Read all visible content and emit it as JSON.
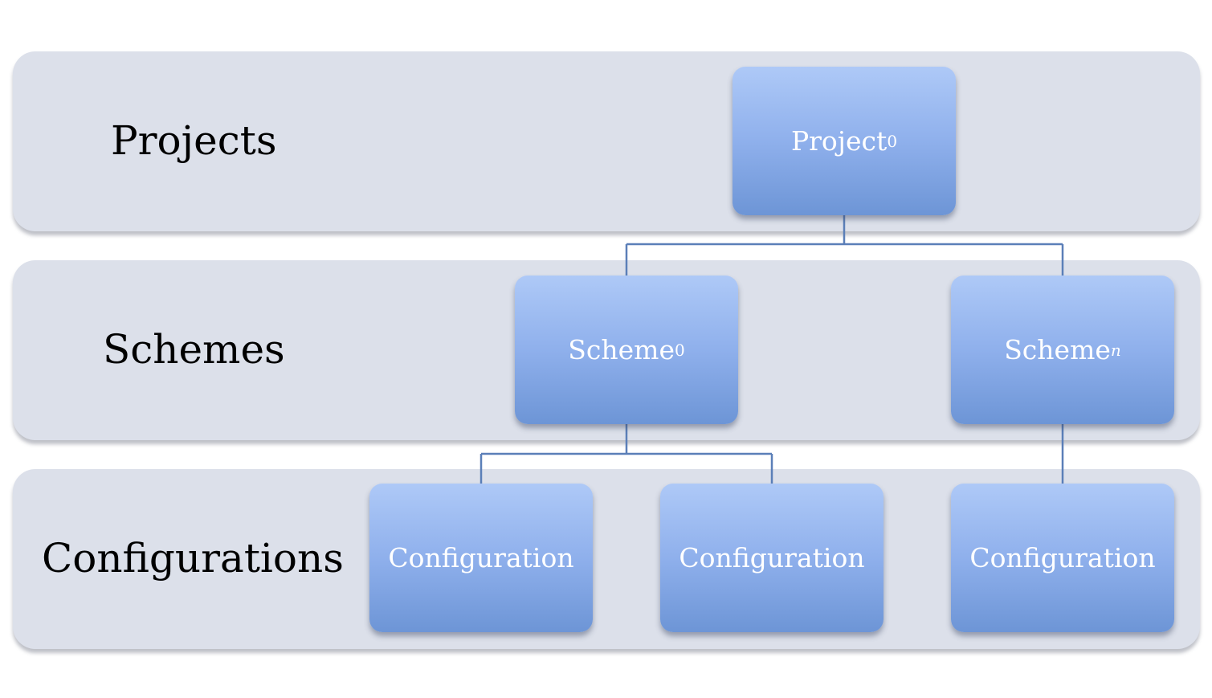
{
  "bands": {
    "projects": "Projects",
    "schemes": "Schemes",
    "configurations": "Configurations"
  },
  "nodes": {
    "project0": {
      "name": "Project",
      "subscript": "0"
    },
    "scheme0": {
      "name": "Scheme",
      "subscript": "0"
    },
    "scheme_n": {
      "name": "Scheme",
      "subscript": "n"
    },
    "config_a": {
      "name": "Configuration"
    },
    "config_b": {
      "name": "Configuration"
    },
    "config_c": {
      "name": "Configuration"
    }
  },
  "colors": {
    "band_fill": "#dce0ea",
    "node_top": "#aec9f7",
    "node_bottom": "#6d95d6",
    "connector": "#5b7fb8",
    "label_text": "#000000",
    "node_text": "#ffffff"
  }
}
